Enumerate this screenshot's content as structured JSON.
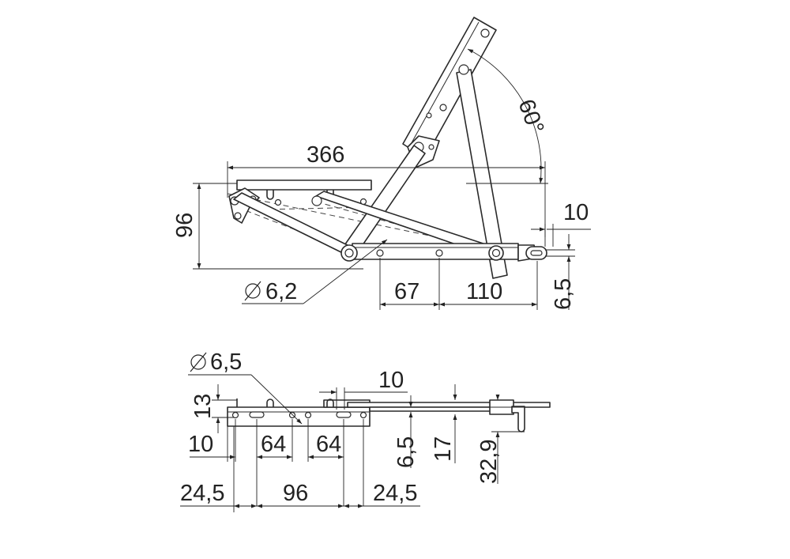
{
  "top_view": {
    "overall_width": "366",
    "height": "96",
    "angle": "60°",
    "slot_width": "10",
    "hole_diameter_prefix": "Ø",
    "hole_diameter": "6,2",
    "hole_spacing_a": "67",
    "hole_spacing_b": "110",
    "slot_offset": "6,5"
  },
  "bottom_view": {
    "hole_diameter_prefix": "Ø",
    "hole_diameter": "6,5",
    "plate_height": "13",
    "slot_width": "10",
    "edge_offset": "10",
    "hole_pitch_a": "64",
    "hole_pitch_b": "64",
    "slot_offset": "6,5",
    "bracket_height": "17",
    "total_height": "32,9",
    "end_distance_left": "24,5",
    "mid_distance": "96",
    "end_distance_right": "24,5"
  },
  "colors": {
    "line": "#2a2a2a",
    "background": "#ffffff"
  }
}
